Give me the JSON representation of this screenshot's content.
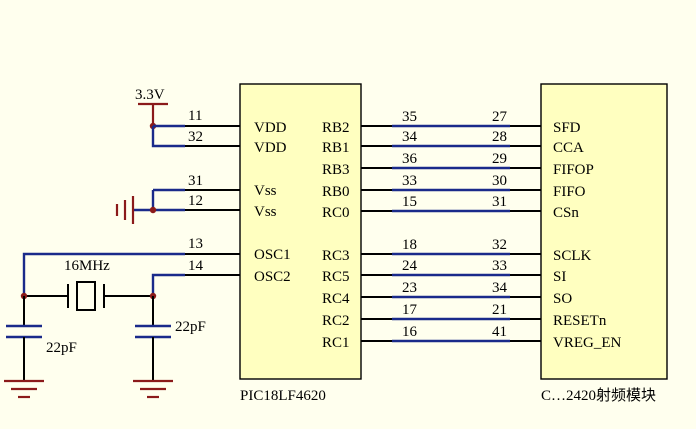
{
  "supply": {
    "label": "3.3V"
  },
  "mcu": {
    "name": "PIC18LF4620",
    "left_pins": [
      {
        "num": "11",
        "label": "VDD"
      },
      {
        "num": "32",
        "label": "VDD"
      },
      {
        "num": "31",
        "label": "Vss"
      },
      {
        "num": "12",
        "label": "Vss"
      },
      {
        "num": "13",
        "label": "OSC1"
      },
      {
        "num": "14",
        "label": "OSC2"
      }
    ],
    "right_pins": [
      {
        "label": "RB2",
        "num": "35"
      },
      {
        "label": "RB1",
        "num": "34"
      },
      {
        "label": "RB3",
        "num": "36"
      },
      {
        "label": "RB0",
        "num": "33"
      },
      {
        "label": "RC0",
        "num": "15"
      },
      {
        "label": "RC3",
        "num": "18"
      },
      {
        "label": "RC5",
        "num": "24"
      },
      {
        "label": "RC4",
        "num": "23"
      },
      {
        "label": "RC2",
        "num": "17"
      },
      {
        "label": "RC1",
        "num": "16"
      }
    ]
  },
  "radio": {
    "name": "C…2420射频模块",
    "pins": [
      {
        "num": "27",
        "label": "SFD"
      },
      {
        "num": "28",
        "label": "CCA"
      },
      {
        "num": "29",
        "label": "FIFOP"
      },
      {
        "num": "30",
        "label": "FIFO"
      },
      {
        "num": "31",
        "label": "CSn"
      },
      {
        "num": "32",
        "label": "SCLK"
      },
      {
        "num": "33",
        "label": "SI"
      },
      {
        "num": "34",
        "label": "SO"
      },
      {
        "num": "21",
        "label": "RESETn"
      },
      {
        "num": "41",
        "label": "VREG_EN"
      }
    ]
  },
  "crystal": {
    "label": "16MHz"
  },
  "capacitors": [
    {
      "label": "22pF"
    },
    {
      "label": "22pF"
    }
  ],
  "colors": {
    "background": "#FFFFEE",
    "chip_fill": "#FFFFC0",
    "wire": "#1A2A8A",
    "power": "#8B1A1A"
  }
}
